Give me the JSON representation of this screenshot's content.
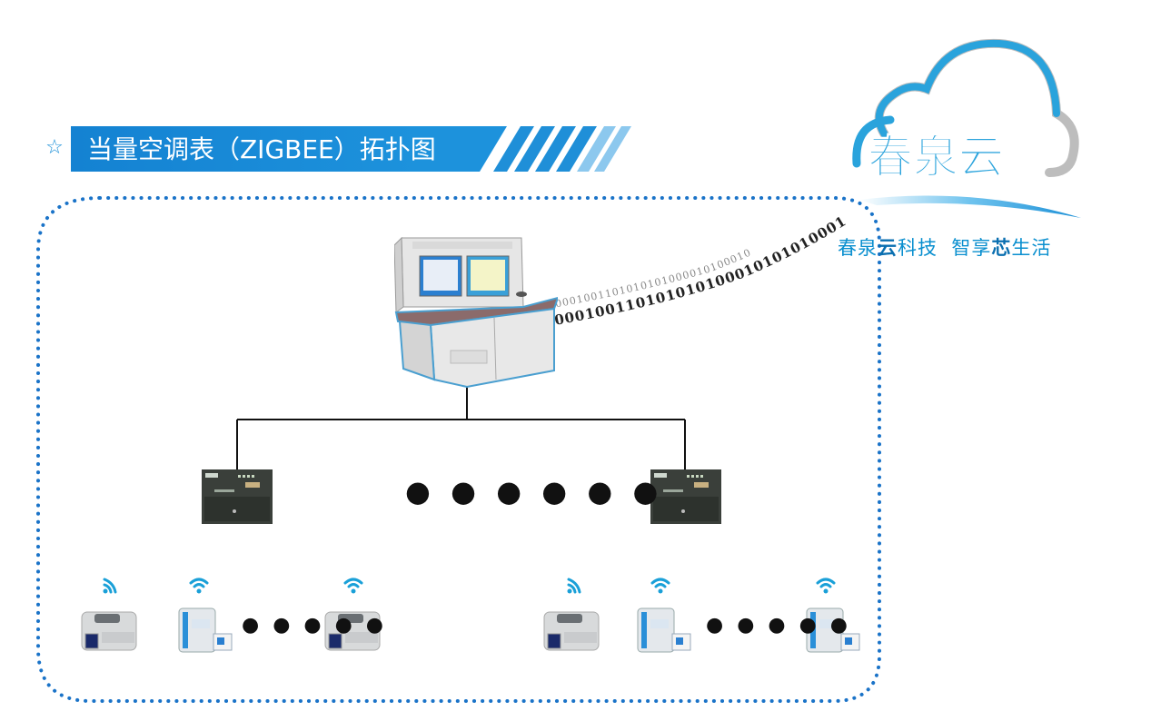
{
  "title": "当量空调表（ZIGBEE）拓扑图",
  "logo": {
    "brand_text": "春泉云"
  },
  "slogan": {
    "part1": "春泉",
    "em1": "云",
    "part2": "科技",
    "gap": "  ",
    "part3": "智享",
    "em2": "芯",
    "part4": "生活"
  },
  "binary_stream": {
    "line1": "10001001101010101000010100010",
    "line2": "1000100110101010100010101010001"
  },
  "colors": {
    "accent": "#1a8fd8",
    "boundary_dots": "#1a73c8",
    "cloud_blue": "#2aa3dc",
    "slogan": "#0a8fcf"
  },
  "icons": [
    "star-icon",
    "wifi-icon",
    "cloud-logo"
  ],
  "middle_ellipsis": "● ● ● ● ● ●",
  "meter_ellipsis": "● ● ● ● ●"
}
